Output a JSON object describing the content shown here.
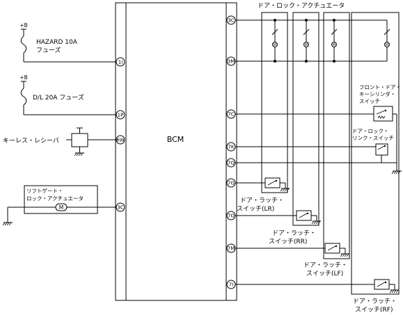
{
  "bcm": {
    "label": "BCM"
  },
  "power": {
    "plus_b": "+B"
  },
  "fuses": {
    "hazard": "HAZARD 10A",
    "hazard_sub": "フューズ",
    "dl": "D/L 20A フューズ"
  },
  "keyless_receiver": "キーレス・レシーバ",
  "liftgate_actuator": {
    "line1": "リフトゲート・",
    "line2": "ロック・アクチュエータ"
  },
  "motor_symbol": "M",
  "door_lock_actuator": "ドア・ロック・アクチュエータ",
  "front_cylinder_switch": {
    "line1": "フロント・ドア・",
    "line2": "キーシリンダ・",
    "line3": "スイッチ"
  },
  "door_lock_link_switch": {
    "line1": "ドア・ロック・",
    "line2": "リンク・スイッチ"
  },
  "latch_switches": [
    {
      "line1": "ドア・ラッチ・",
      "line2": "スイッチ(LR)"
    },
    {
      "line1": "ドア・ラッチ・",
      "line2": "スイッチ(RR)"
    },
    {
      "line1": "ドア・ラッチ・",
      "line2": "スイッチ(LF)"
    },
    {
      "line1": "ドア・ラッチ・",
      "line2": "スイッチ(RF)"
    }
  ],
  "pins": {
    "left": [
      "1I",
      "1P",
      "6W",
      "3C"
    ],
    "right": [
      "3C",
      "3M",
      "7C",
      "7K",
      "7Q",
      "7G",
      "7O",
      "7M",
      "7I"
    ]
  }
}
